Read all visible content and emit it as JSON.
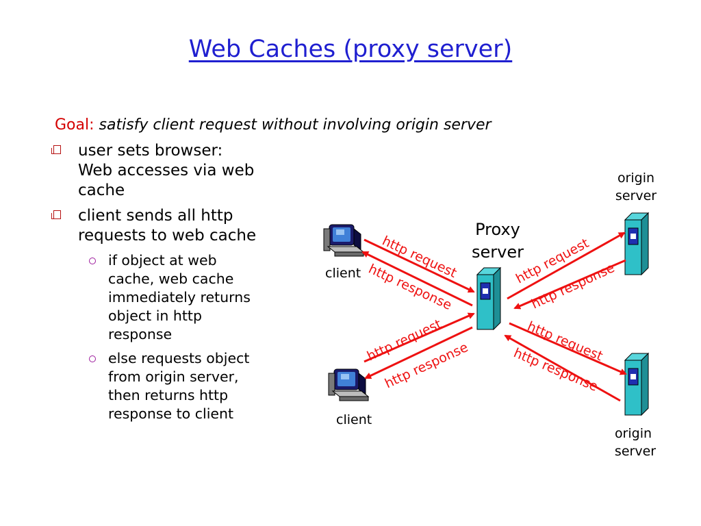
{
  "title": "Web Caches (proxy server)",
  "goal": {
    "label": "Goal:",
    "text": "satisfy client request without involving origin server"
  },
  "bullets": [
    {
      "lines": [
        "user sets browser:",
        "Web accesses via web",
        "cache"
      ]
    },
    {
      "lines": [
        "client sends all http",
        "requests to  web cache"
      ]
    }
  ],
  "sub_bullets": [
    {
      "lines": [
        "if object at web",
        "cache, web cache",
        "immediately returns",
        "object in http",
        "response"
      ]
    },
    {
      "lines": [
        "else requests object",
        "from origin server,",
        "then returns http",
        "response to client"
      ]
    }
  ],
  "diagram": {
    "proxy_label": [
      "Proxy",
      "server"
    ],
    "client_top_label": "client",
    "client_bottom_label": "client",
    "origin_top_label": [
      "origin",
      "server"
    ],
    "origin_bottom_label": [
      "origin",
      "server"
    ],
    "arrow_labels": {
      "tl_request": "http request",
      "tl_response": "http response",
      "bl_request": "http request",
      "bl_response": "http response",
      "tr_request": "http request",
      "tr_response": "http response",
      "br_request": "http request",
      "br_response": "http response"
    },
    "colors": {
      "arrow": "#ee1111",
      "server_fill": "#2fc0c8",
      "server_dark": "#1e8f96",
      "title": "#1f1fd0"
    }
  }
}
